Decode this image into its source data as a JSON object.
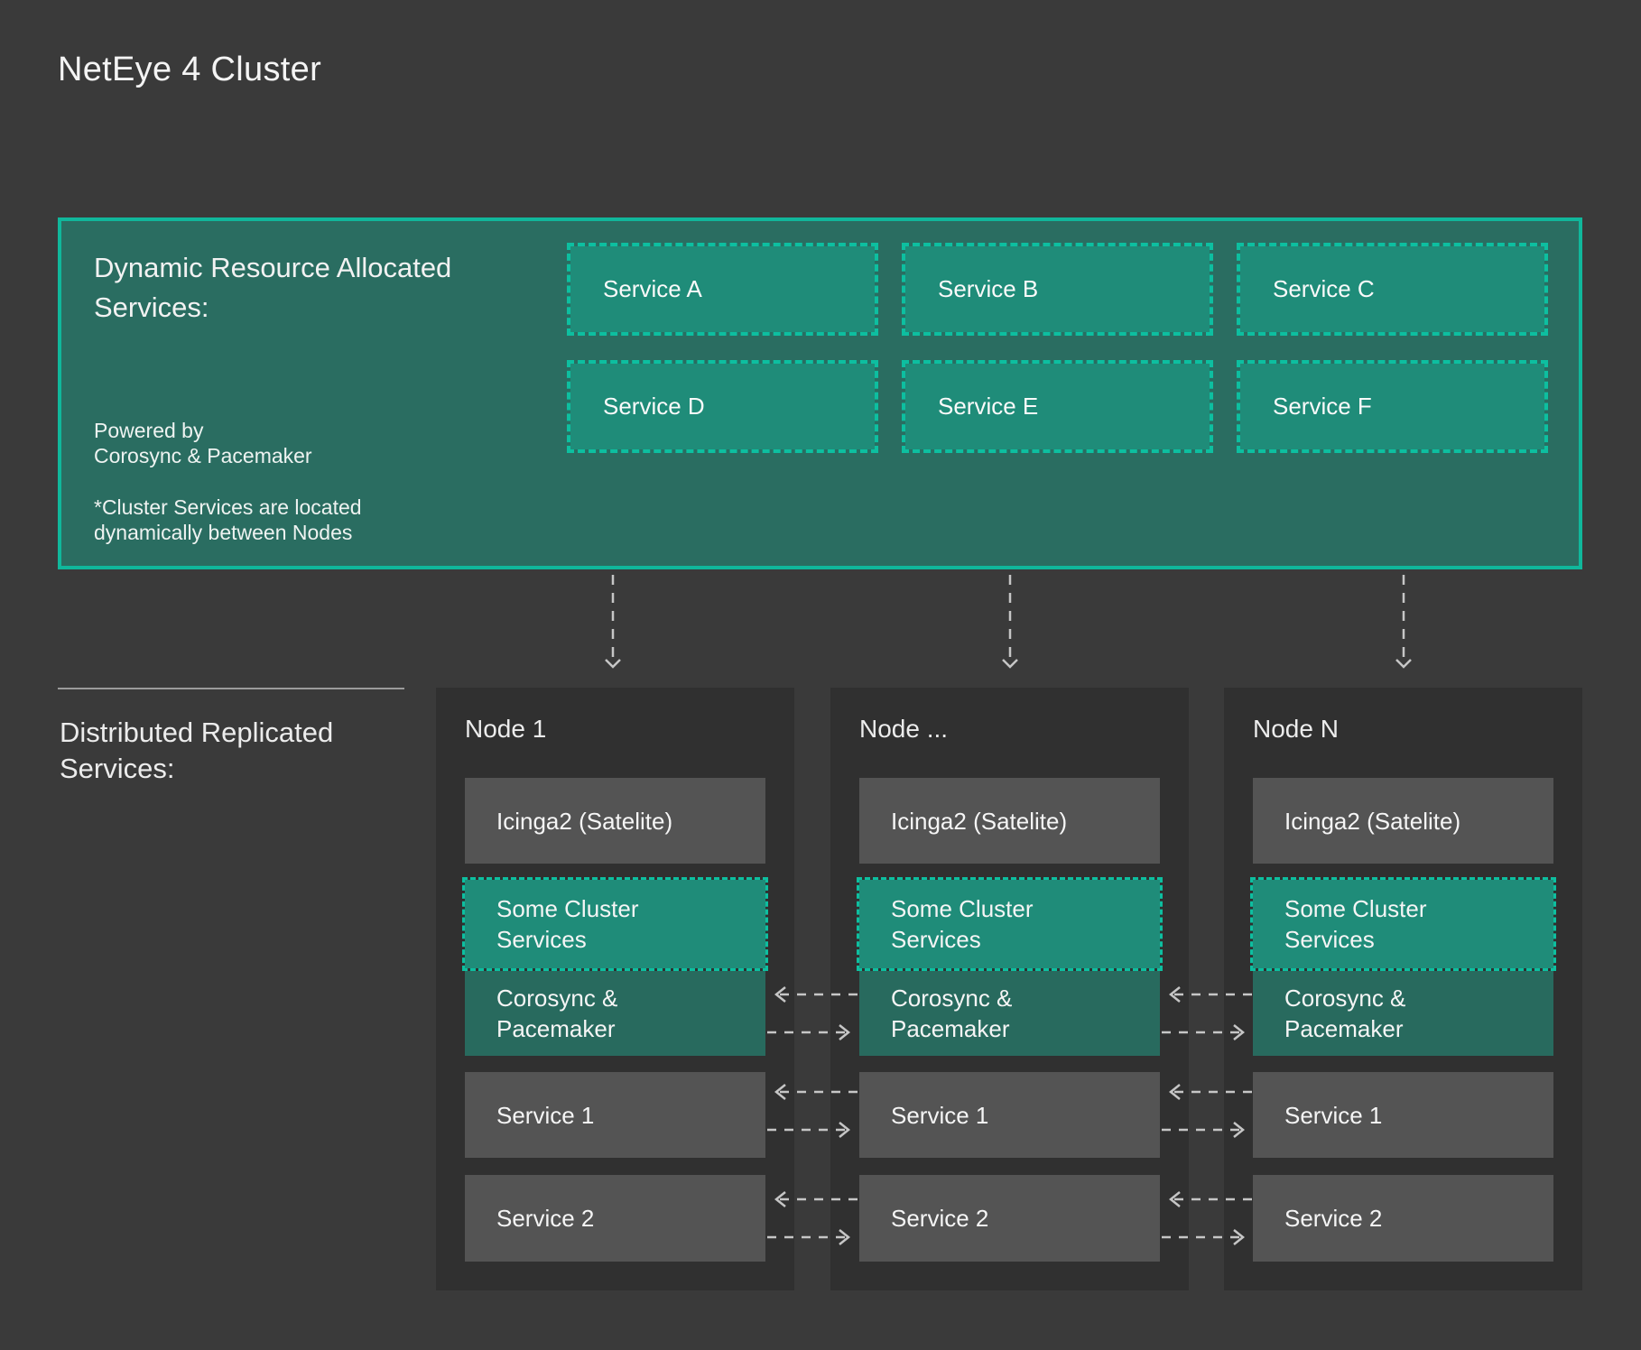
{
  "title": "NetEye 4 Cluster",
  "dynamic_services": {
    "heading": "Dynamic Resource Allocated\nServices:",
    "powered_by": "Powered by\nCorosync & Pacemaker",
    "note": "*Cluster Services are located\ndynamically between Nodes",
    "services": [
      "Service A",
      "Service B",
      "Service C",
      "Service D",
      "Service E",
      "Service F"
    ]
  },
  "replicated_services": {
    "heading": "Distributed Replicated\nServices:",
    "nodes": [
      {
        "title": "Node 1",
        "icinga": "Icinga2 (Satelite)",
        "cluster_services": "Some Cluster\nServices",
        "corosync": "Corosync &\nPacemaker",
        "service1": "Service 1",
        "service2": "Service 2"
      },
      {
        "title": "Node ...",
        "icinga": "Icinga2 (Satelite)",
        "cluster_services": "Some Cluster\nServices",
        "corosync": "Corosync &\nPacemaker",
        "service1": "Service 1",
        "service2": "Service 2"
      },
      {
        "title": "Node N",
        "icinga": "Icinga2 (Satelite)",
        "cluster_services": "Some Cluster\nServices",
        "corosync": "Corosync &\nPacemaker",
        "service1": "Service 1",
        "service2": "Service 2"
      }
    ]
  },
  "colors": {
    "background": "#3a3a3a",
    "node_panel": "#303030",
    "teal_container_fill": "#2a6d61",
    "teal_bright_border": "#10b79b",
    "teal_cell_fill": "#1f8c79",
    "gray_box": "#545454",
    "text": "#f2f2f2",
    "arrow_gray": "#c6c6c6"
  }
}
